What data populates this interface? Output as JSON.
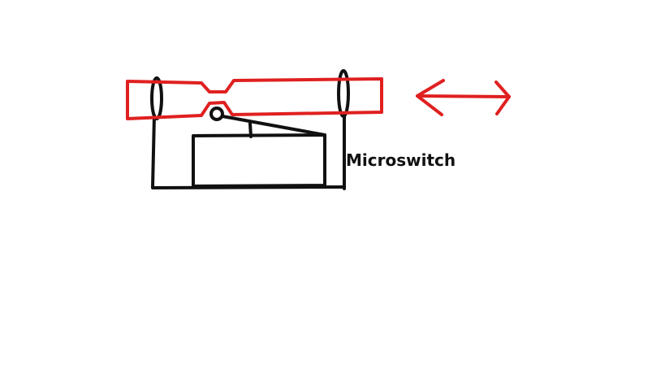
{
  "label": {
    "text": "Microswitch"
  },
  "colors": {
    "background": "#ffffff",
    "ink": "#111111",
    "accent": "#e02020"
  },
  "shapes": {
    "slider_bar": "red-notched-rod",
    "motion": "double-headed-arrow"
  }
}
